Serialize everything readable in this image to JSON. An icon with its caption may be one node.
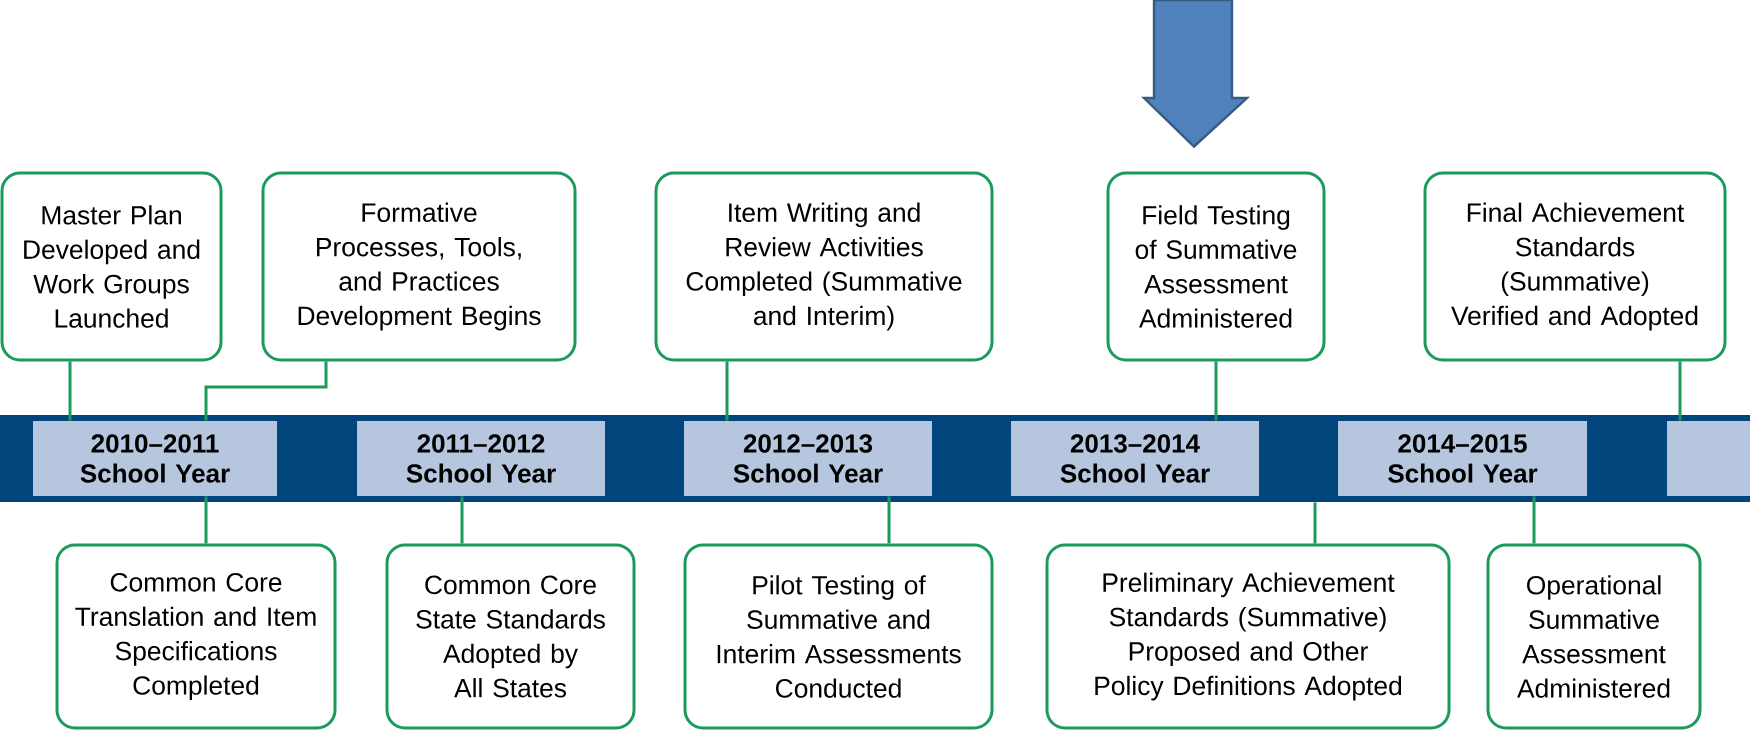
{
  "diagram": {
    "nodes": [
      {
        "text": [
          "Master Plan Developed and Work Groups Launched"
        ]
      },
      {
        "text": [
          "Formative Processes, Tools, and Practices Development Begins"
        ]
      },
      {
        "text": [
          "Item Writing and Review Activities Completed (Summative and Interim)"
        ]
      },
      {
        "text": [
          "Field Testing of Summative Assessment Administered"
        ]
      },
      {
        "text": [
          "Final Achievement Standards (Summative) Verified and Adopted"
        ]
      },
      {
        "text": [],
        "shape": "bar"
      },
      {
        "text": [
          "2010–2011 School Year"
        ],
        "in": 5
      },
      {
        "text": [
          "2011–2012 School Year"
        ],
        "in": 5
      },
      {
        "text": [
          "2012–2013 School Year"
        ],
        "in": 5
      },
      {
        "text": [
          "2013–2014 School Year"
        ],
        "in": 5
      },
      {
        "text": [
          "2014–2015 School Year"
        ],
        "in": 5
      },
      {
        "text": [],
        "shape": "box",
        "in": 5
      },
      {
        "text": [
          "Common Core Translation and Item Specifications Completed"
        ]
      },
      {
        "text": [
          "Common Core State Standards Adopted by All States"
        ]
      },
      {
        "text": [
          "Pilot Testing of Summative and Interim Assessments Conducted"
        ]
      },
      {
        "text": [
          "Preliminary Achievement Standards (Summative) Proposed and Other Policy Definitions Adopted"
        ]
      },
      {
        "text": [
          "Operational Summative Assessment Administered"
        ]
      }
    ],
    "edges": [
      {
        "from": 0,
        "to": 6,
        "arrow": "none"
      },
      {
        "from": 1,
        "to": 6,
        "arrow": "none"
      },
      {
        "from": 2,
        "to": 8,
        "arrow": "none"
      },
      {
        "from": 3,
        "to": 9,
        "arrow": "none"
      },
      {
        "from": 4,
        "to": 11,
        "arrow": "none"
      },
      {
        "from": 12,
        "to": 6,
        "arrow": "none"
      },
      {
        "from": 13,
        "to": 7,
        "arrow": "none"
      },
      {
        "from": 14,
        "to": 8,
        "arrow": "none"
      },
      {
        "from": 15,
        "to": 5,
        "arrow": "none"
      },
      {
        "from": 16,
        "to": 10,
        "arrow": "none"
      },
      {
        "from": null,
        "to": 3,
        "arrow": "to",
        "style": "thick",
        "color": "#4f81bd"
      }
    ]
  }
}
